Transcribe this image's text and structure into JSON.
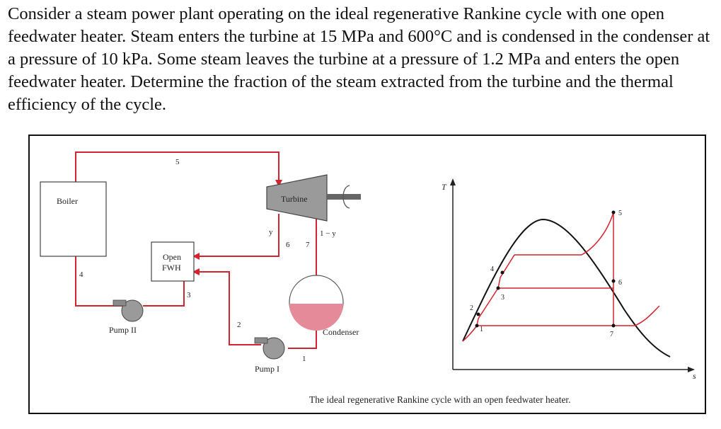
{
  "problem": {
    "text": "Consider a steam power plant operating on the ideal regenerative Rankine cycle with one open feedwater heater. Steam enters the turbine at 15 MPa and 600°C and is condensed in the condenser at a pressure of 10 kPa. Some steam leaves the turbine at a pressure of 1.2 MPa and enters the open feedwater heater. Determine the fraction of the steam extracted from the turbine and the thermal efficiency of the cycle."
  },
  "schematic": {
    "boiler": "Boiler",
    "turbine": "Turbine",
    "open_fwh_line1": "Open",
    "open_fwh_line2": "FWH",
    "condenser": "Condenser",
    "pump_1": "Pump I",
    "pump_2": "Pump II",
    "y": "y",
    "one_minus_y": "1 − y",
    "states": {
      "s1": "1",
      "s2": "2",
      "s3": "3",
      "s4": "4",
      "s5": "5",
      "s6": "6",
      "s7": "7"
    }
  },
  "ts_diagram": {
    "t_axis": "T",
    "s_axis": "s",
    "states": {
      "s1": "1",
      "s2": "2",
      "s3": "3",
      "s4": "4",
      "s5": "5",
      "s6": "6",
      "s7": "7"
    }
  },
  "caption": "The ideal regenerative Rankine cycle with an open feedwater heater.",
  "colors": {
    "pipe": "#d4232e",
    "equipment_gray": "#9a9a9a",
    "water": "#e58a98"
  }
}
